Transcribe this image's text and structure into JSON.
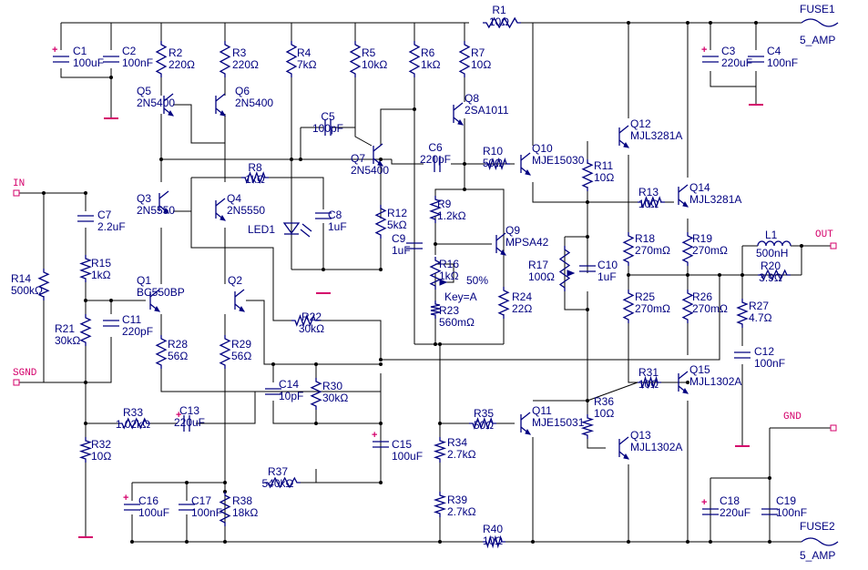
{
  "ports": {
    "in": "IN",
    "sgnd": "SGND",
    "out": "OUT",
    "gnd": "GND"
  },
  "fuses": [
    {
      "ref": "FUSE1",
      "value": "5_AMP"
    },
    {
      "ref": "FUSE2",
      "value": "5_AMP"
    }
  ],
  "resistors": {
    "R1": {
      "ref": "R1",
      "value": "10Ω"
    },
    "R2": {
      "ref": "R2",
      "value": "220Ω"
    },
    "R3": {
      "ref": "R3",
      "value": "220Ω"
    },
    "R4": {
      "ref": "R4",
      "value": "7kΩ"
    },
    "R5": {
      "ref": "R5",
      "value": "10kΩ"
    },
    "R6": {
      "ref": "R6",
      "value": "1kΩ"
    },
    "R7": {
      "ref": "R7",
      "value": "10Ω"
    },
    "R8": {
      "ref": "R8",
      "value": "1kΩ"
    },
    "R9": {
      "ref": "R9",
      "value": "1.2kΩ"
    },
    "R10": {
      "ref": "R10",
      "value": "50Ω"
    },
    "R11": {
      "ref": "R11",
      "value": "10Ω"
    },
    "R12": {
      "ref": "R12",
      "value": "5kΩ"
    },
    "R13": {
      "ref": "R13",
      "value": "10Ω"
    },
    "R14": {
      "ref": "R14",
      "value": "500kΩ"
    },
    "R15": {
      "ref": "R15",
      "value": "1kΩ"
    },
    "R16": {
      "ref": "R16",
      "value": "1kΩ",
      "extra": "50%",
      "key": "Key=A"
    },
    "R17": {
      "ref": "R17",
      "value": "100Ω"
    },
    "R18": {
      "ref": "R18",
      "value": "270mΩ"
    },
    "R19": {
      "ref": "R19",
      "value": "270mΩ"
    },
    "R20": {
      "ref": "R20",
      "value": "3.9Ω"
    },
    "R21": {
      "ref": "R21",
      "value": "30kΩ"
    },
    "R22": {
      "ref": "R22",
      "value": "30kΩ"
    },
    "R23": {
      "ref": "R23",
      "value": "560mΩ"
    },
    "R24": {
      "ref": "R24",
      "value": "22Ω"
    },
    "R25": {
      "ref": "R25",
      "value": "270mΩ"
    },
    "R26": {
      "ref": "R26",
      "value": "270mΩ"
    },
    "R27": {
      "ref": "R27",
      "value": "4.7Ω"
    },
    "R28": {
      "ref": "R28",
      "value": "56Ω"
    },
    "R29": {
      "ref": "R29",
      "value": "56Ω"
    },
    "R30": {
      "ref": "R30",
      "value": "30kΩ"
    },
    "R31": {
      "ref": "R31",
      "value": "10Ω"
    },
    "R32": {
      "ref": "R32",
      "value": "10Ω"
    },
    "R33": {
      "ref": "R33",
      "value": "1.02kΩ"
    },
    "R34": {
      "ref": "R34",
      "value": "2.7kΩ"
    },
    "R35": {
      "ref": "R35",
      "value": "50Ω"
    },
    "R36": {
      "ref": "R36",
      "value": "10Ω"
    },
    "R37": {
      "ref": "R37",
      "value": "540kΩ"
    },
    "R38": {
      "ref": "R38",
      "value": "18kΩ"
    },
    "R39": {
      "ref": "R39",
      "value": "2.7kΩ"
    },
    "R40": {
      "ref": "R40",
      "value": "10Ω"
    }
  },
  "capacitors": {
    "C1": {
      "ref": "C1",
      "value": "100uF"
    },
    "C2": {
      "ref": "C2",
      "value": "100nF"
    },
    "C3": {
      "ref": "C3",
      "value": "220uF"
    },
    "C4": {
      "ref": "C4",
      "value": "100nF"
    },
    "C5": {
      "ref": "C5",
      "value": "100pF"
    },
    "C6": {
      "ref": "C6",
      "value": "220pF"
    },
    "C7": {
      "ref": "C7",
      "value": "2.2uF"
    },
    "C8": {
      "ref": "C8",
      "value": "1uF"
    },
    "C9": {
      "ref": "C9",
      "value": "1uF"
    },
    "C10": {
      "ref": "C10",
      "value": "1uF"
    },
    "C11": {
      "ref": "C11",
      "value": "220pF"
    },
    "C12": {
      "ref": "C12",
      "value": "100nF"
    },
    "C13": {
      "ref": "C13",
      "value": "220uF"
    },
    "C14": {
      "ref": "C14",
      "value": "10pF"
    },
    "C15": {
      "ref": "C15",
      "value": "100uF"
    },
    "C16": {
      "ref": "C16",
      "value": "100uF"
    },
    "C17": {
      "ref": "C17",
      "value": "100nF"
    },
    "C18": {
      "ref": "C18",
      "value": "220uF"
    },
    "C19": {
      "ref": "C19",
      "value": "100nF"
    }
  },
  "inductors": {
    "L1": {
      "ref": "L1",
      "value": "500nH"
    }
  },
  "leds": {
    "LED1": {
      "ref": "LED1"
    }
  },
  "transistors": {
    "Q1": {
      "ref": "Q1",
      "part": "BC550BP"
    },
    "Q2": {
      "ref": "Q2",
      "part": ""
    },
    "Q3": {
      "ref": "Q3",
      "part": "2N5550"
    },
    "Q4": {
      "ref": "Q4",
      "part": "2N5550"
    },
    "Q5": {
      "ref": "Q5",
      "part": "2N5400"
    },
    "Q6": {
      "ref": "Q6",
      "part": "2N5400"
    },
    "Q7": {
      "ref": "Q7",
      "part": "2N5400"
    },
    "Q8": {
      "ref": "Q8",
      "part": "2SA1011"
    },
    "Q9": {
      "ref": "Q9",
      "part": "MPSA42"
    },
    "Q10": {
      "ref": "Q10",
      "part": "MJE15030"
    },
    "Q11": {
      "ref": "Q11",
      "part": "MJE15031"
    },
    "Q12": {
      "ref": "Q12",
      "part": "MJL3281A"
    },
    "Q13": {
      "ref": "Q13",
      "part": "MJL1302A"
    },
    "Q14": {
      "ref": "Q14",
      "part": "MJL3281A"
    },
    "Q15": {
      "ref": "Q15",
      "part": "MJL1302A"
    }
  },
  "polarity_mark": "+"
}
